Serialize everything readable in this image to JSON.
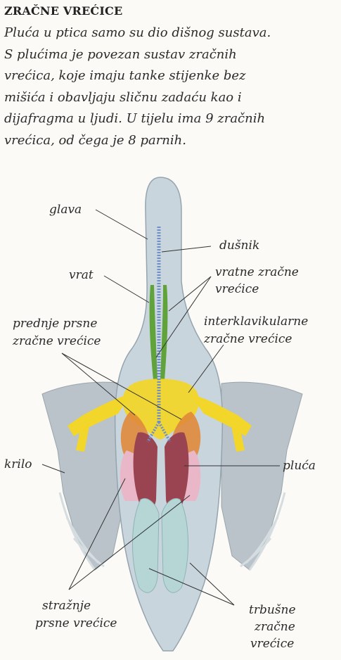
{
  "title": "ZRAČNE VREĆICE",
  "intro_lines": [
    "Pluća u ptica samo su dio dišnog sustava.",
    "S plućima je povezan sustav zračnih",
    "vrećica, koje imaju tanke stijenke bez",
    "mišića i obavljaju sličnu zadaću kao i",
    "dijafragma u ljudi. U tijelu ima 9 zračnih",
    "vrećica, od čega je 8 parnih."
  ],
  "labels": {
    "glava": "glava",
    "dusnik": "dušnik",
    "vrat": "vrat",
    "vratne_1": "vratne zračne",
    "vratne_2": "vrećice",
    "prednje_1": "prednje prsne",
    "prednje_2": "zračne vrećice",
    "inter_1": "interklavikularne",
    "inter_2": "zračne vrećice",
    "krilo": "krilo",
    "pluca": "pluća",
    "straznje_1": "stražnje",
    "straznje_2": "prsne vrećice",
    "trbusne_1": "trbušne",
    "trbusne_2": "zračne",
    "trbusne_3": "vrećice"
  },
  "colors": {
    "body": "#c9d5dd",
    "wing": "#b9c3c9",
    "neck_sac": "#5fa33a",
    "interclavicular_sac": "#f2d62a",
    "anterior_thoracic_sac": "#e08a3a",
    "posterior_thoracic_sac": "#e9b7c8",
    "lung": "#9a4452",
    "abdominal_sac": "#b6d6d6",
    "trachea": "#6f8fc8"
  }
}
